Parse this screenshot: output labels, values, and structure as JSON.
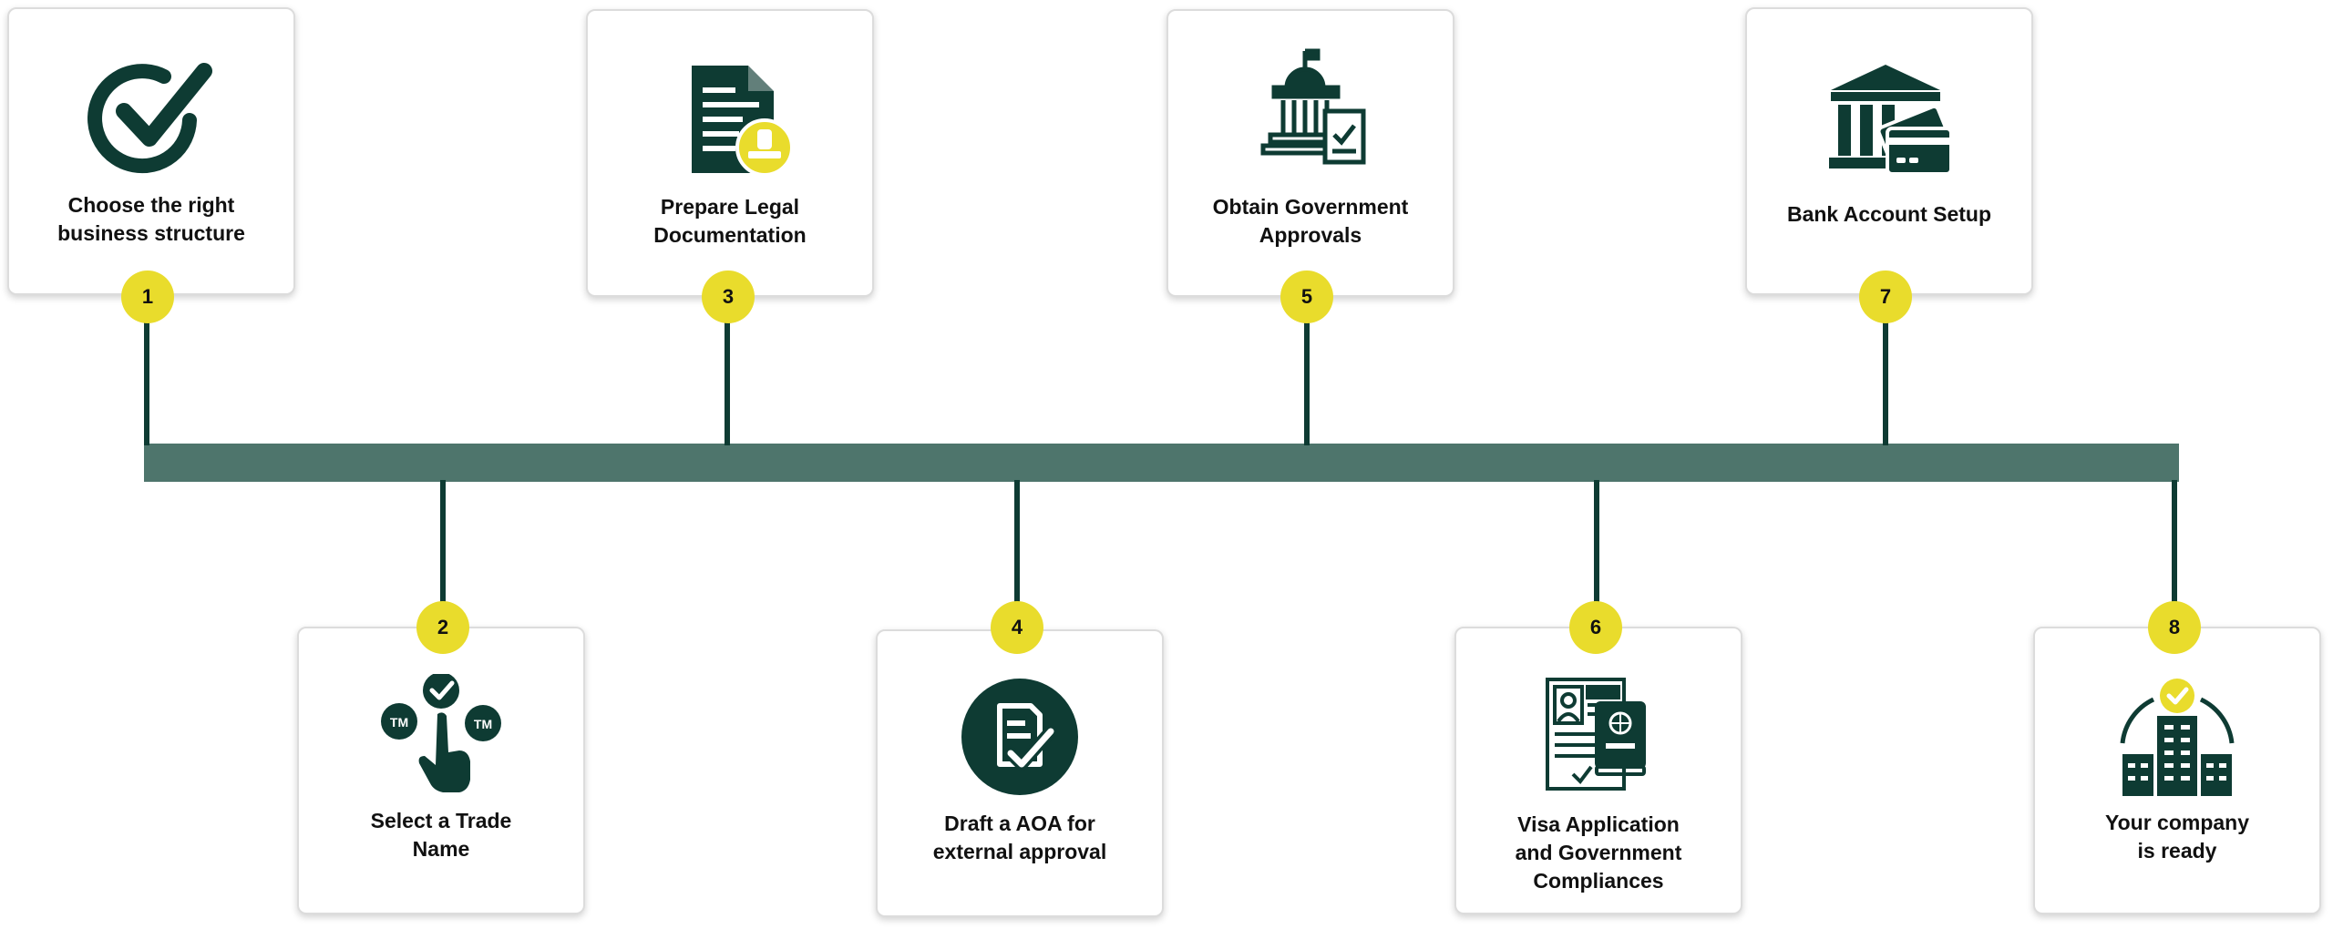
{
  "colors": {
    "dark_green": "#0e3b33",
    "bar_green": "#4e756c",
    "badge_yellow": "#e9dc2c"
  },
  "steps": [
    {
      "number": "1",
      "label": "Choose the right\nbusiness structure",
      "icon": "checkmark-circle-icon"
    },
    {
      "number": "2",
      "label": "Select a Trade\nName",
      "icon": "trademark-select-icon"
    },
    {
      "number": "3",
      "label": "Prepare Legal\nDocumentation",
      "icon": "document-stamp-icon"
    },
    {
      "number": "4",
      "label": "Draft a AOA for\nexternal approval",
      "icon": "checklist-document-icon"
    },
    {
      "number": "5",
      "label": "Obtain Government\nApprovals",
      "icon": "government-building-icon"
    },
    {
      "number": "6",
      "label": "Visa Application\nand Government\nCompliances",
      "icon": "visa-passport-icon"
    },
    {
      "number": "7",
      "label": "Bank Account Setup",
      "icon": "bank-card-icon"
    },
    {
      "number": "8",
      "label": "Your company\nis ready",
      "icon": "company-building-icon"
    }
  ]
}
